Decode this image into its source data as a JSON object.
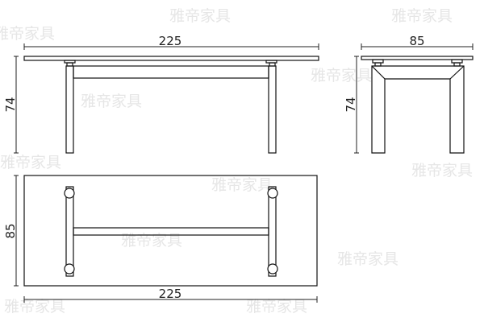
{
  "watermark": "雅帝家具",
  "front_view": {
    "width_label": "225",
    "height_label": "74"
  },
  "side_view": {
    "width_label": "85",
    "height_label": "74"
  },
  "top_view": {
    "width_label": "225",
    "depth_label": "85"
  }
}
